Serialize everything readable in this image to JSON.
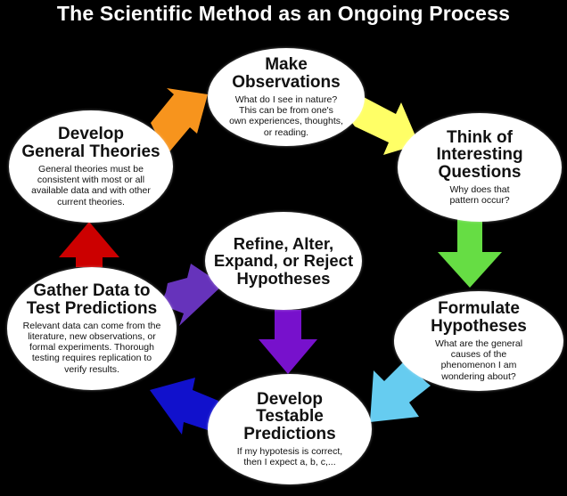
{
  "title": "The Scientific Method as an Ongoing Process",
  "nodes": {
    "observations": {
      "heading": "Make\nObservations",
      "desc": "What do I see in nature?\nThis can be from one's\nown experiences, thoughts,\nor reading."
    },
    "questions": {
      "heading": "Think of\nInteresting\nQuestions",
      "desc": "Why does that\npattern occur?"
    },
    "hypotheses": {
      "heading": "Formulate\nHypotheses",
      "desc": "What are the general\ncauses of the\nphenomenon I am\nwondering about?"
    },
    "predictions": {
      "heading": "Develop\nTestable\nPredictions",
      "desc": "If my hypotesis is correct,\nthen I expect a, b, c,..."
    },
    "gather_data": {
      "heading": "Gather Data to\nTest Predictions",
      "desc": "Relevant data can come from the\nliterature, new observations, or\nformal experiments.  Thorough\ntesting requires replication to\nverify results."
    },
    "theories": {
      "heading": "Develop\nGeneral Theories",
      "desc": "General theories must be\nconsistent with most or all\navailable data and with other\ncurrent theories."
    },
    "refine": {
      "heading": "Refine, Alter,\nExpand, or Reject\nHypotheses"
    }
  },
  "arrow_colors": {
    "theories_to_observations": "#f7941d",
    "observations_to_questions": "#ffff66",
    "questions_to_hypotheses": "#66dd44",
    "hypotheses_to_predictions": "#66ccf0",
    "predictions_to_data": "#1111cc",
    "data_to_theories": "#cc0000",
    "data_to_refine": "#6633bb",
    "refine_to_predictions": "#7711cc"
  }
}
